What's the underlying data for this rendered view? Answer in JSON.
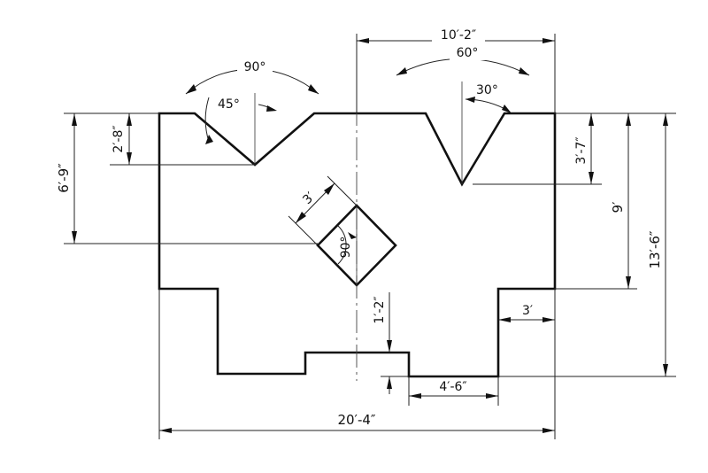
{
  "dimensions": {
    "top_width": "10′-2″",
    "angle_v_left": "90°",
    "angle_v_left_half": "45°",
    "angle_v_right": "60°",
    "angle_v_right_half": "30°",
    "left_v_depth": "2′-8″",
    "left_height": "6′-9″",
    "right_v_depth": "3′-7″",
    "right_height_inner": "9′",
    "right_height_total": "13′-6″",
    "diamond_side": "3′",
    "diamond_angle": "90°",
    "step_height": "1′-2″",
    "right_notch": "3′",
    "bottom_segment": "4′-6″",
    "total_width": "20′-4″"
  }
}
